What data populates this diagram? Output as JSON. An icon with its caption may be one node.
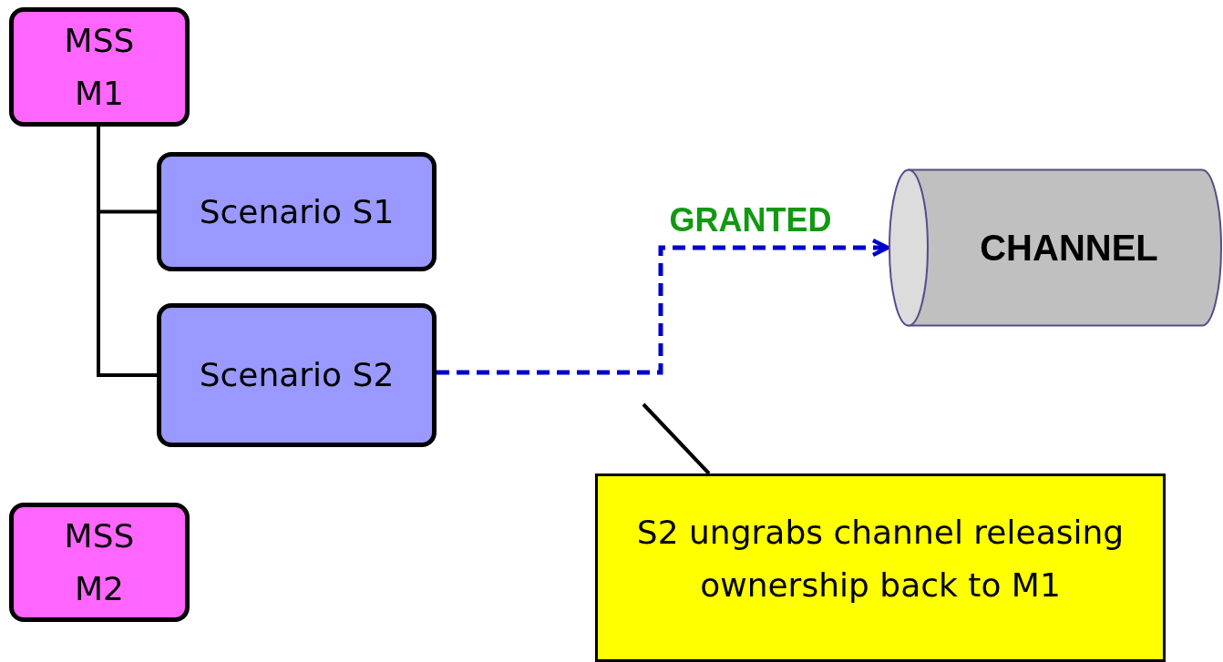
{
  "diagram": {
    "nodes": [
      {
        "text": [
          "MSS M1"
        ]
      },
      {
        "text": [
          "Scenario S1"
        ]
      },
      {
        "text": [
          "Scenario S2"
        ]
      },
      {
        "text": [
          "CHANNEL"
        ]
      },
      {
        "text": [
          "MSS M2"
        ]
      },
      {
        "text": [
          "S2 ungrabs channel releasing ownership back to M1"
        ]
      }
    ],
    "edges": [
      {
        "from": 0,
        "to": 1,
        "arrow": "none"
      },
      {
        "from": 0,
        "to": 2,
        "arrow": "none"
      },
      {
        "from": 2,
        "to": 3,
        "arrow": "to",
        "label": "GRANTED",
        "style": "dashed",
        "color": "#0000cc"
      },
      {
        "from": 5,
        "to": null,
        "arrow": "none"
      }
    ]
  }
}
